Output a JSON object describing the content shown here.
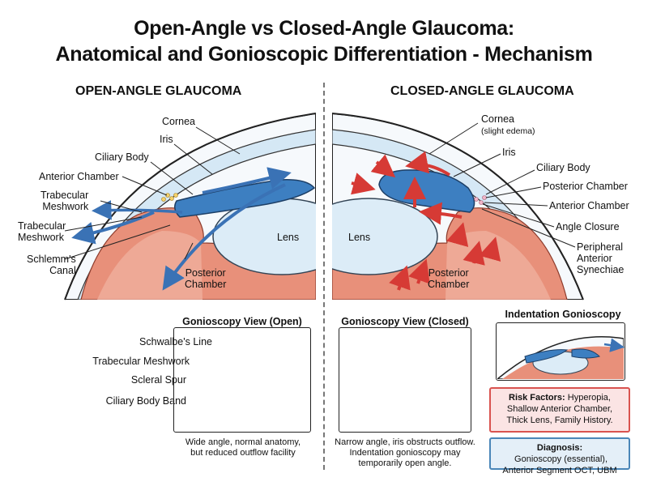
{
  "title": {
    "line1": "Open-Angle vs Closed-Angle Glaucoma:",
    "line2": "Anatomical and Gonioscopic Differentiation - Mechanism"
  },
  "open_panel": {
    "heading": "OPEN-ANGLE GLAUCOMA",
    "labels": {
      "cornea": "Cornea",
      "iris": "Iris",
      "ciliary_body": "Ciliary Body",
      "anterior_chamber": "Anterior Chamber",
      "trabecular_meshwork_1": "Trabecular\nMeshwork",
      "trabecular_meshwork_2": "Trabecular\nMeshwork",
      "schlemms_canal": "Schlemm's\nCanal",
      "lens": "Lens",
      "posterior_chamber": "Posterior\nChamber"
    },
    "gonioscopy": {
      "title": "Gonioscopy View (Open)",
      "labels": {
        "schwalbes_line": "Schwalbe's Line",
        "trabecular_meshwork": "Trabecular Meshwork",
        "scleral_spur": "Scleral Spur",
        "ciliary_body_band": "Ciliary Body Band"
      },
      "caption": "Wide angle, normal anatomy,\nbut reduced outflow facility"
    }
  },
  "closed_panel": {
    "heading": "CLOSED-ANGLE GLAUCOMA",
    "labels": {
      "cornea": "Cornea",
      "cornea_note": "(slight edema)",
      "iris": "Iris",
      "ciliary_body": "Ciliary Body",
      "posterior_chamber_r": "Posterior Chamber",
      "anterior_chamber": "Anterior Chamber",
      "angle_closure": "Angle Closure",
      "pas": "Peripheral\nAnterior\nSynechiae",
      "lens": "Lens",
      "posterior_chamber": "Posterior\nChamber"
    },
    "gonioscopy": {
      "title": "Gonioscopy View (Closed)",
      "caption": "Narrow angle, iris obstructs outflow.\nIndentation gonioscopy may\ntemporarily open angle."
    },
    "indentation": {
      "title": "Indentation Gonioscopy"
    },
    "risk": {
      "label": "Risk Factors:",
      "text": " Hyperopia,\nShallow Anterior Chamber,\nThick Lens, Family History."
    },
    "diagnosis": {
      "label": "Diagnosis:",
      "text": " Gonioscopy (essential),\nAnterior Segment OCT, UBM"
    }
  },
  "colors": {
    "iris": "#3d7fc1",
    "tissue": "#e8907a",
    "lens": "#dcecf7",
    "cornea": "#d5e8f5",
    "arrow_blue": "#3a72b5",
    "arrow_red": "#d63a35"
  }
}
